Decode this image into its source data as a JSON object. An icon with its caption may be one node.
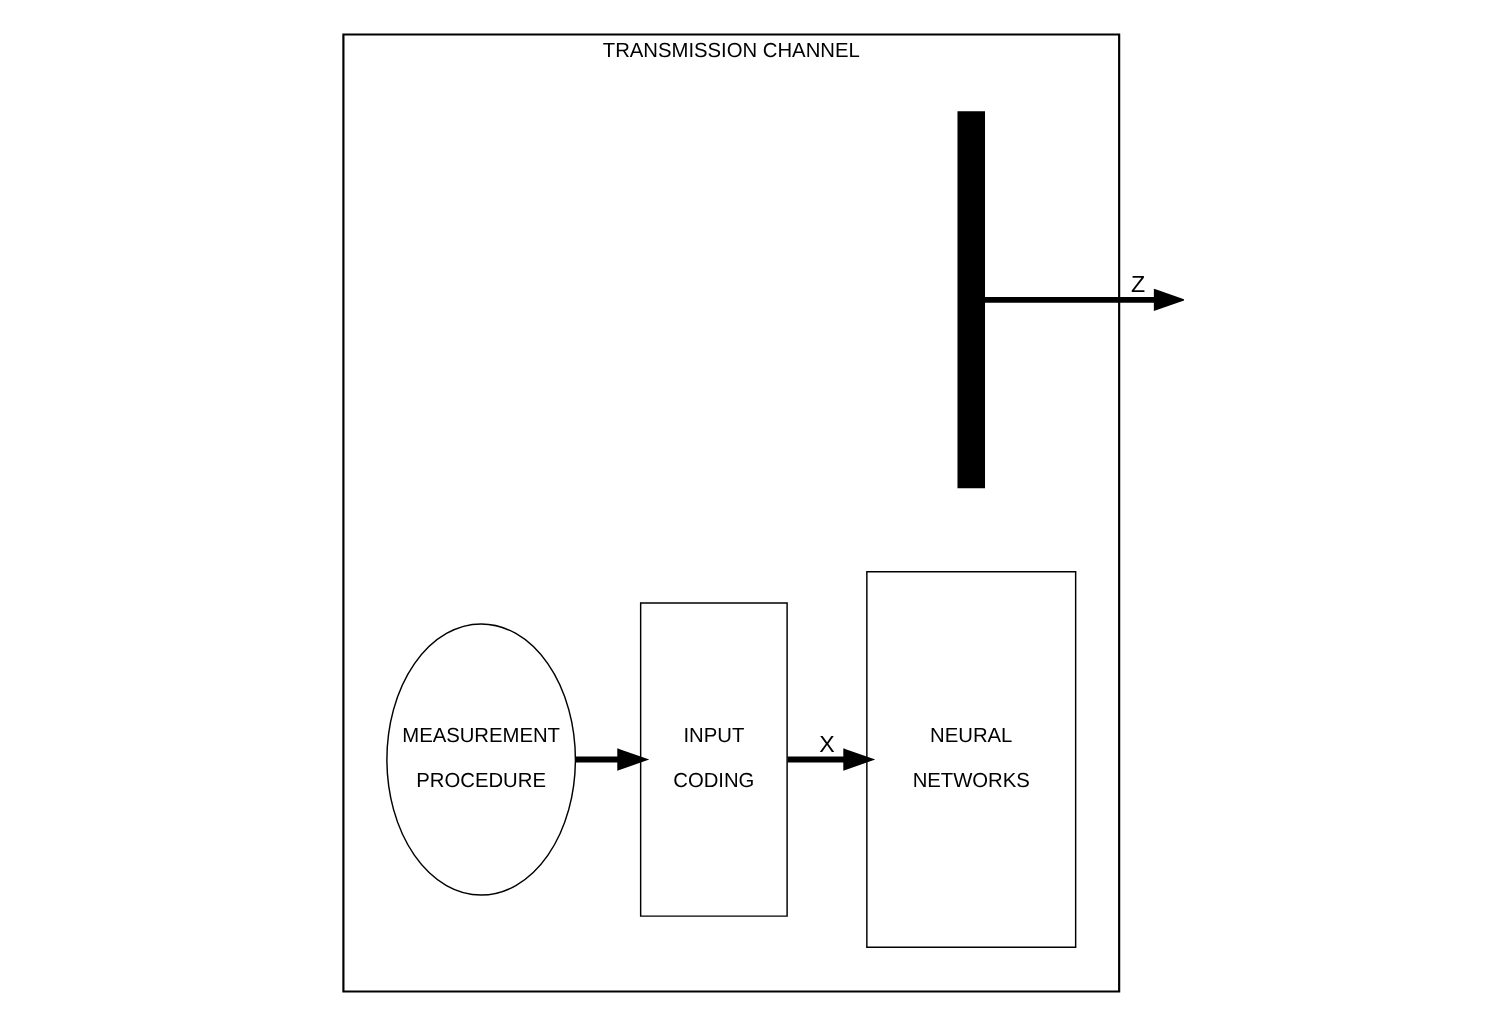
{
  "diagram": {
    "nodes": [
      {
        "text": [
          "TRANSMISSION CHANNEL"
        ]
      },
      {
        "text": [
          "MEASUREMENT PROCEDURE"
        ],
        "in": 0
      },
      {
        "text": [
          "INPUT CODING"
        ],
        "in": 0
      },
      {
        "text": [
          "NEURAL NETWORKS"
        ],
        "in": 0
      },
      {
        "text": [],
        "shape": "bar",
        "in": 0
      }
    ],
    "edges": [
      {
        "from": 1,
        "to": 2,
        "arrow": "to"
      },
      {
        "from": 2,
        "to": 3,
        "label": "X",
        "arrow": "to"
      },
      {
        "from": 4,
        "to": null,
        "label": "Z",
        "arrow": "to"
      }
    ]
  }
}
